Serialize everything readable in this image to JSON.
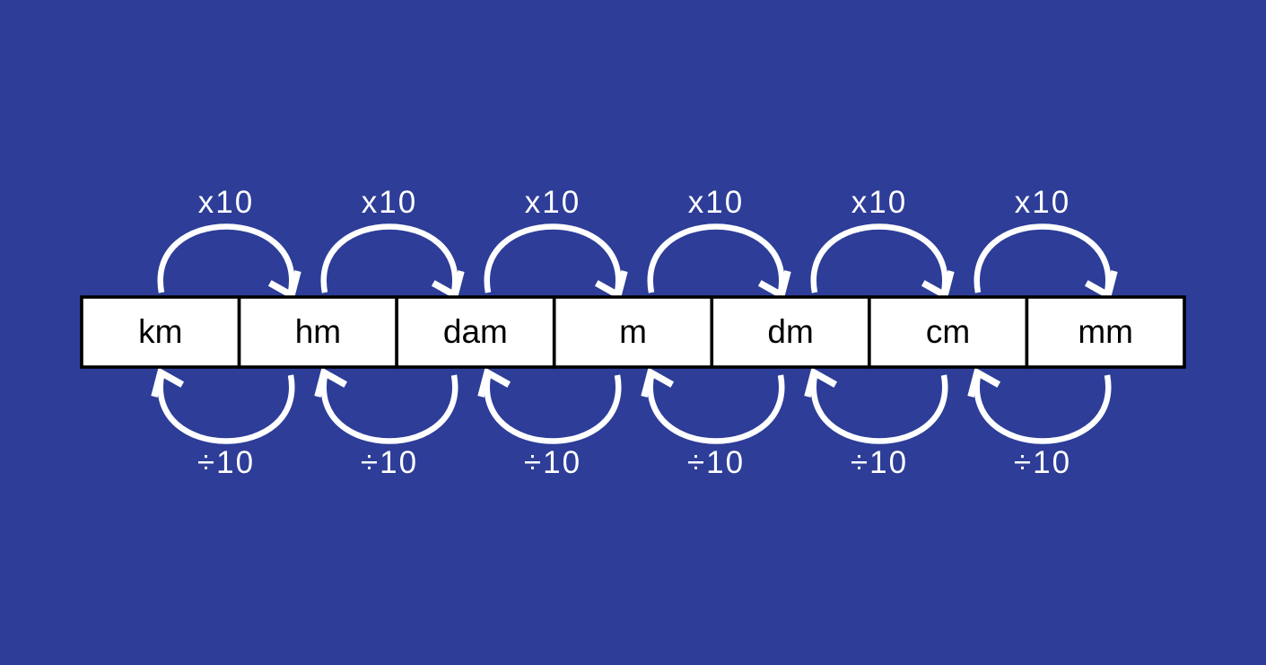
{
  "colors": {
    "background": "#2d3d98",
    "box_fill": "#ffffff",
    "box_border": "#000000",
    "arrow": "#ffffff",
    "unit_text": "#000000"
  },
  "diagram": {
    "title": "metric-length-unit-conversion",
    "units": [
      "km",
      "hm",
      "dam",
      "m",
      "dm",
      "cm",
      "mm"
    ],
    "top_labels": [
      "x10",
      "x10",
      "x10",
      "x10",
      "x10",
      "x10"
    ],
    "bottom_labels": [
      "÷10",
      "÷10",
      "÷10",
      "÷10",
      "÷10",
      "÷10"
    ]
  }
}
